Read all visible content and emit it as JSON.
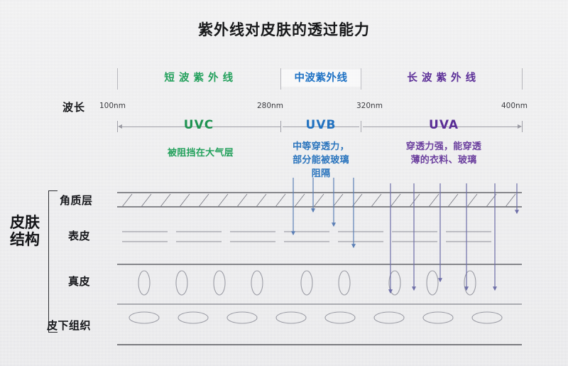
{
  "title": "紫外线对皮肤的透过能力",
  "bands": [
    {
      "id": "short",
      "label": "短 波 紫 外 线",
      "color": "#23a05c"
    },
    {
      "id": "medium",
      "label": "中波紫外线",
      "color": "#1d71c4"
    },
    {
      "id": "long",
      "label": "长 波 紫 外 线",
      "color": "#5c2f98"
    }
  ],
  "wavelength": {
    "axis_label": "波长",
    "ticks": [
      "100nm",
      "280nm",
      "320nm",
      "400nm"
    ]
  },
  "uv_ranges": [
    {
      "name": "UVC",
      "color": "#1f9352",
      "description": "被阻挡在大气层"
    },
    {
      "name": "UVB",
      "color": "#2272c0",
      "description": "中等穿透力，\n部分能被玻璃\n阻隔"
    },
    {
      "name": "UVA",
      "color": "#5a2e96",
      "description": "穿透力强，能穿透\n薄的衣料、玻璃"
    }
  ],
  "skin": {
    "group_label": "皮肤结构",
    "layers": [
      {
        "name": "角质层"
      },
      {
        "name": "表皮"
      },
      {
        "name": "真皮"
      },
      {
        "name": "皮下组织"
      }
    ]
  }
}
